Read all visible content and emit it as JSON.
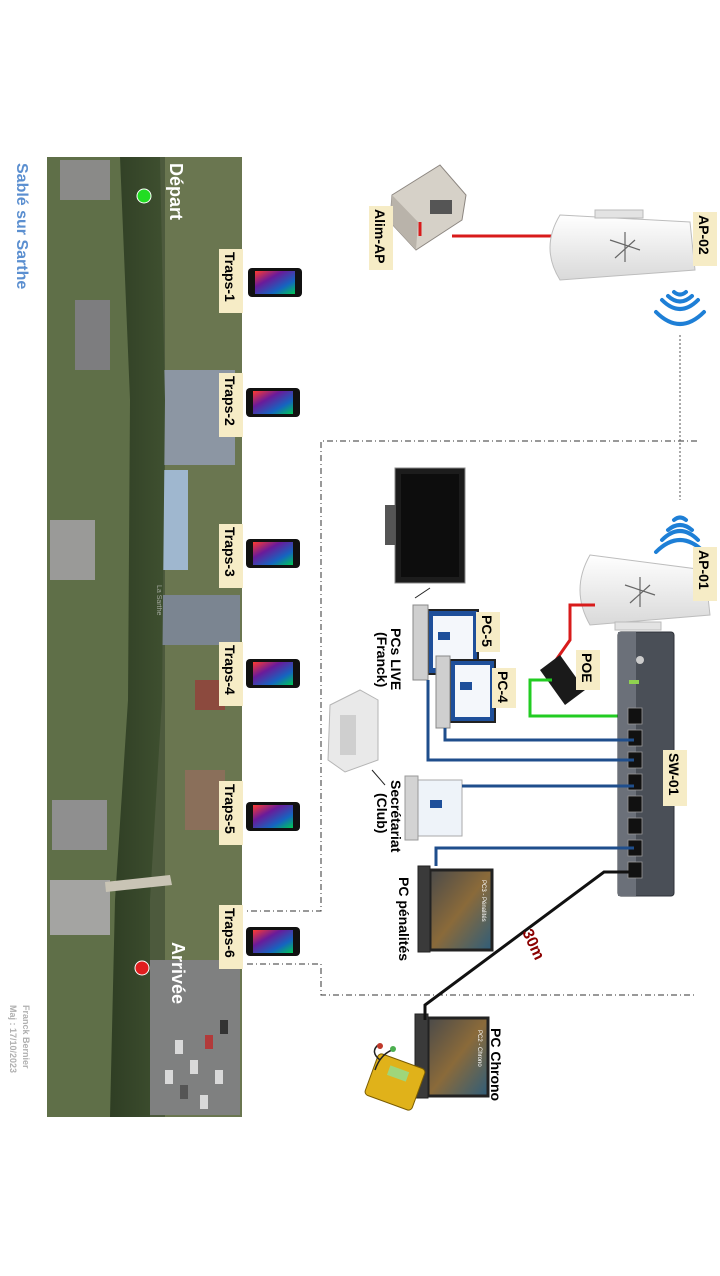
{
  "title": "Sablé sur Sarthe",
  "author": "Franck Bernier",
  "updated": "Maj : 17/10/2023",
  "map": {
    "start_label": "Départ",
    "finish_label": "Arrivée",
    "river_label": "La Sarthe"
  },
  "traps": [
    "Traps-1",
    "Traps-2",
    "Traps-3",
    "Traps-4",
    "Traps-5",
    "Traps-6"
  ],
  "devices": {
    "alim_ap": "Alim-AP",
    "ap02": "AP-02",
    "ap01": "AP-01",
    "poe": "POE",
    "switch": "SW-01",
    "pc5": "PC-5",
    "pc4": "PC-4",
    "pcs_live_line1": "PCs LIVE",
    "pcs_live_line2": "(Franck)",
    "secretariat_line1": "Secrétariat",
    "secretariat_line2": "(Club)",
    "pc_penalites": "PC pénalités",
    "pc_chrono": "PC Chrono",
    "cable_length": "30m",
    "screen_chrono_text": "PC2 - Chrono",
    "screen_penalites_text": "PC3 - Pénalités"
  },
  "colors": {
    "red_link": "#d81b1b",
    "green_link": "#22cc22",
    "blue_link": "#1f4e8c",
    "black_link": "#111111",
    "wifi": "#1e7fd6",
    "title_blue": "#5b8fd0",
    "cable_label": "#8b0000"
  }
}
